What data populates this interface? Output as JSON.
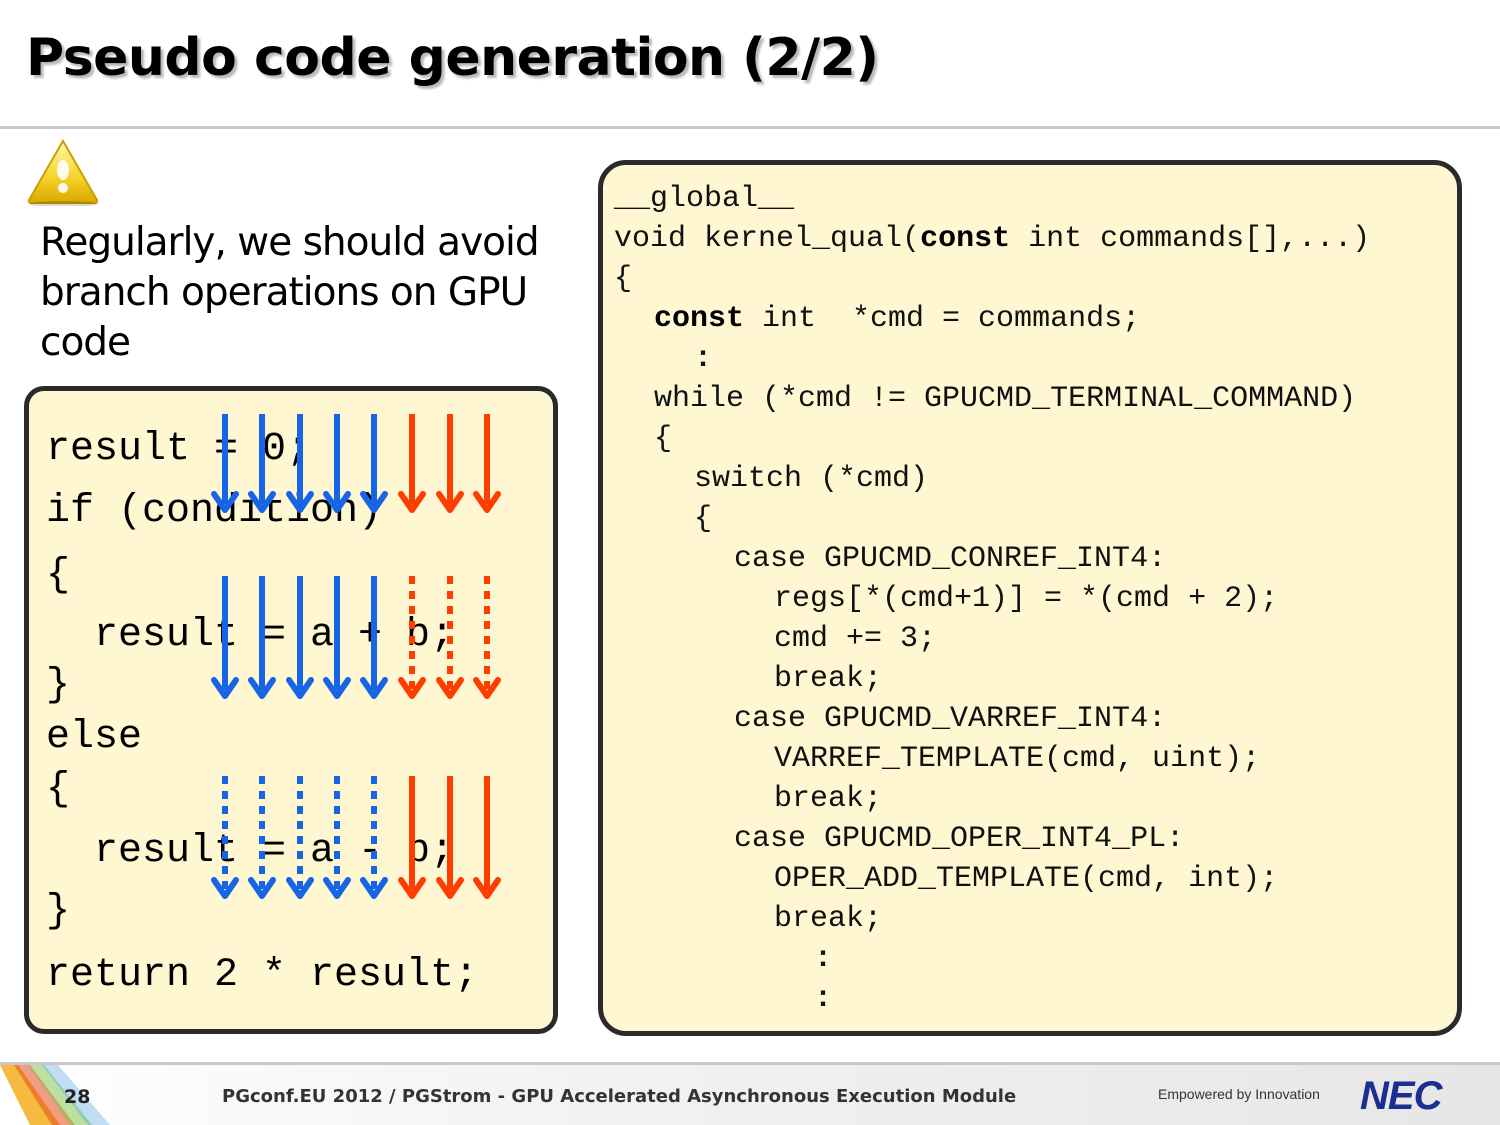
{
  "slide": {
    "title": "Pseudo code generation (2/2)",
    "description": "Regularly, we should avoid branch operations on GPU code",
    "warning_icon": "warning-triangle-icon"
  },
  "left_code": {
    "lines": [
      "result = 0;",
      "if (condition)",
      "{",
      "  result = a + b;",
      "}",
      "else",
      "{",
      "  result = a - b;",
      "}",
      "return 2 * result;"
    ],
    "colors": {
      "thread_group_a": "#1565e6",
      "thread_group_b": "#ff3d00"
    }
  },
  "right_code": {
    "lines": [
      "__global__",
      "void kernel_qual(",
      "const",
      " int commands[],...)",
      "{",
      "const",
      " int  *cmd = commands;",
      ":",
      "while (*cmd != GPUCMD_TERMINAL_COMMAND)",
      "{",
      "switch (*cmd)",
      "{",
      "case GPUCMD_CONREF_INT4:",
      "regs[*(cmd+1)] = *(cmd + 2);",
      "cmd += 3;",
      "break;",
      "case GPUCMD_VARREF_INT4:",
      "VARREF_TEMPLATE(cmd, uint);",
      "break;",
      "case GPUCMD_OPER_INT4_PL:",
      "OPER_ADD_TEMPLATE(cmd, int);",
      "break;",
      ":",
      ":"
    ]
  },
  "footer": {
    "page_number": "28",
    "text": "PGconf.EU 2012 / PGStrom - GPU Accelerated Asynchronous Execution Module",
    "tagline": "Empowered by Innovation",
    "logo": "NEC"
  }
}
